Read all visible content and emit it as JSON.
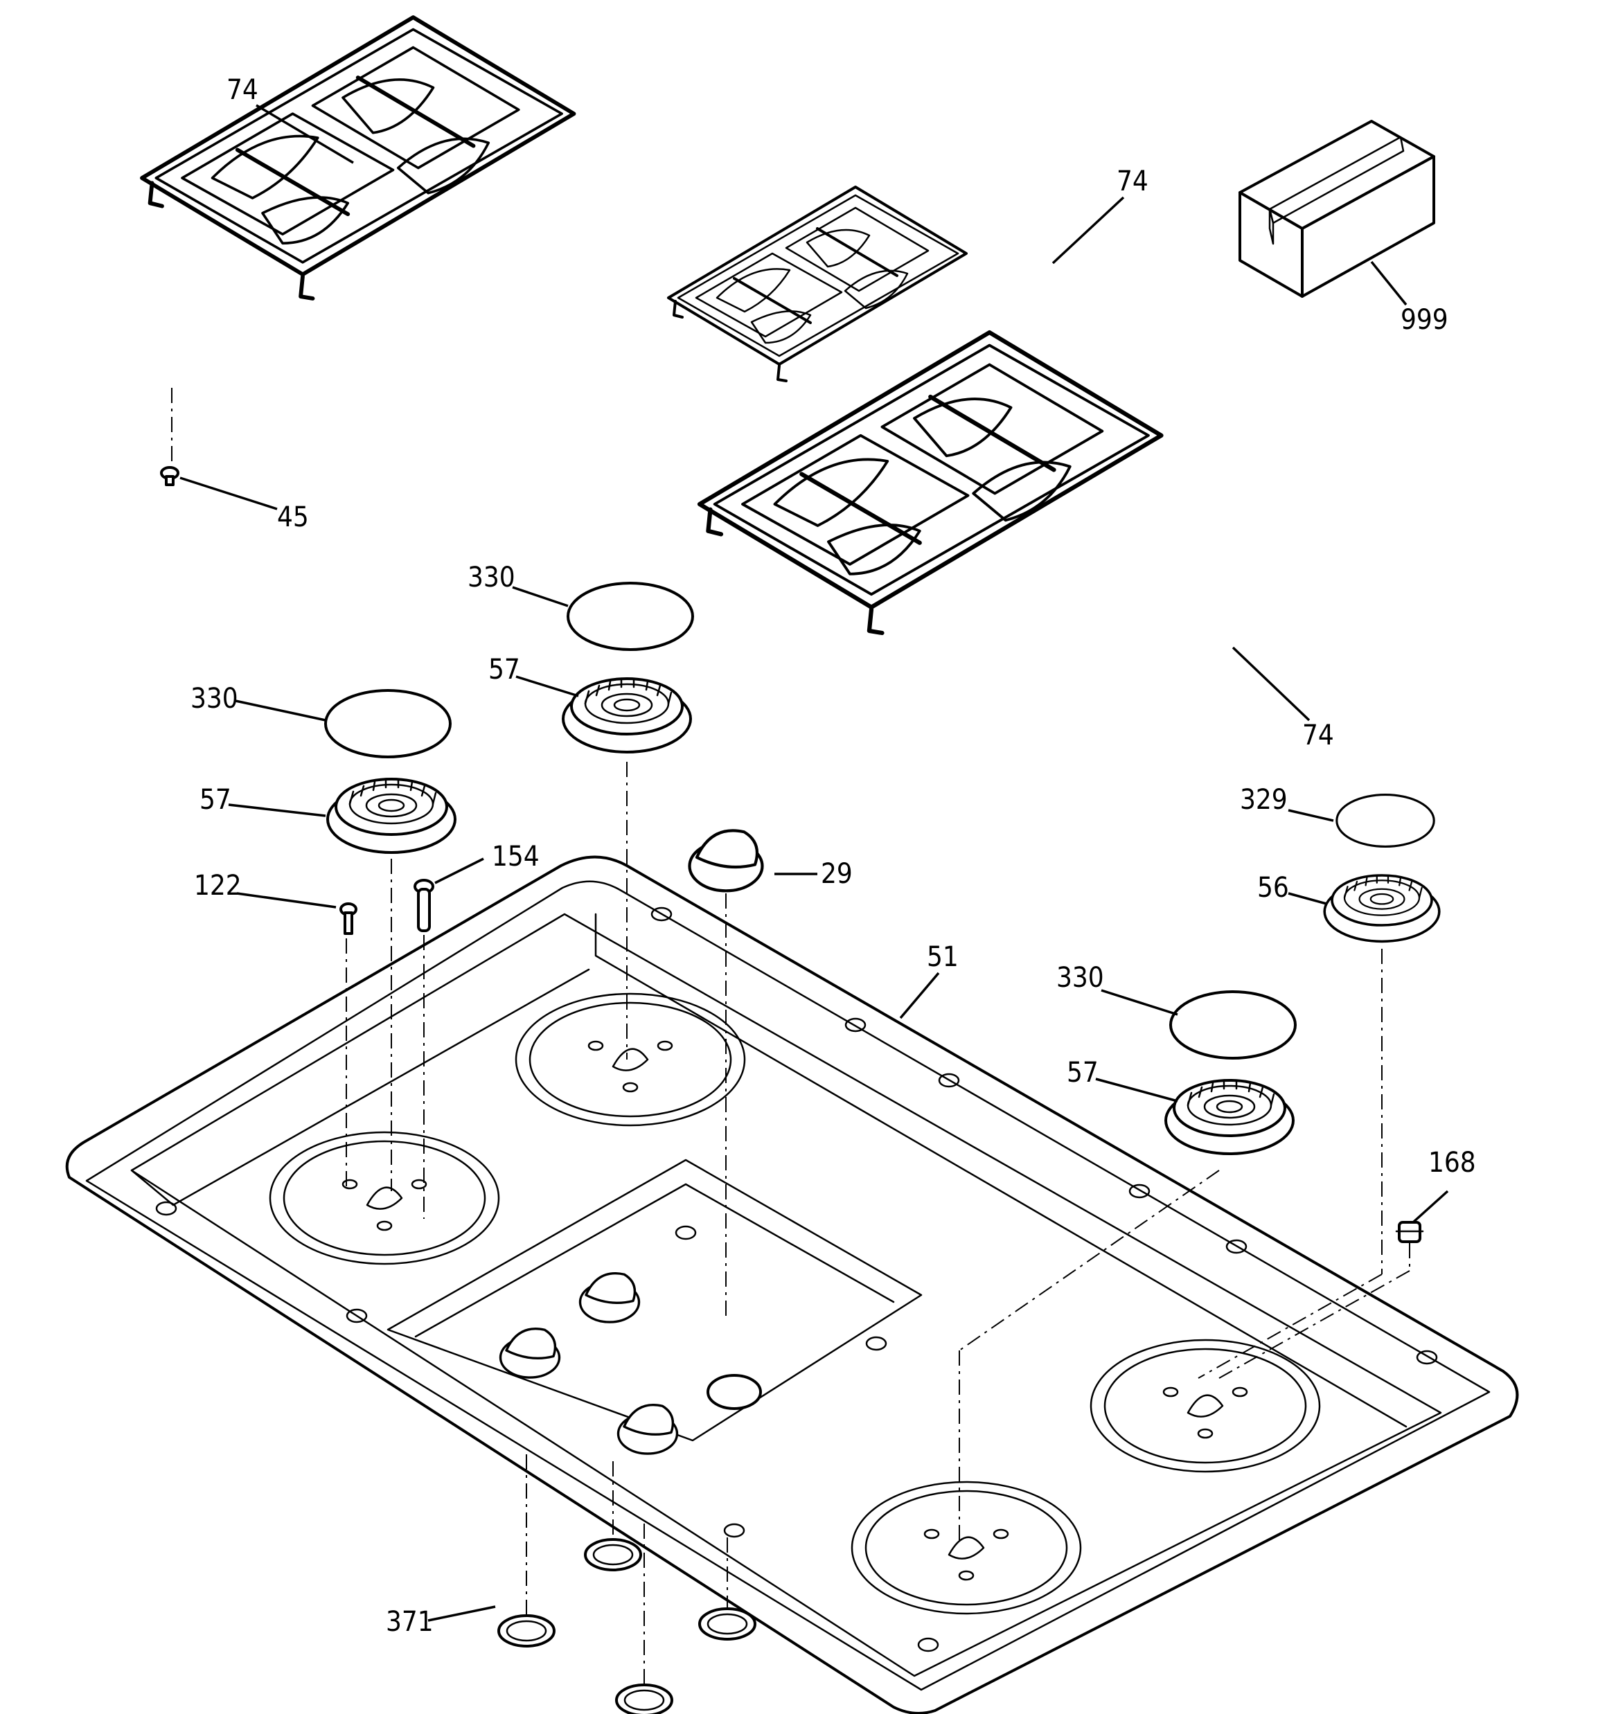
{
  "callouts": {
    "grate_top_left": "74",
    "grate_middle": "74",
    "grate_right": "74",
    "grate_foot": "45",
    "box": "999",
    "cap_center": "330",
    "cap_left": "330",
    "head_center": "57",
    "head_left": "57",
    "screw": "122",
    "electrode": "154",
    "knob": "29",
    "cap_small_right": "329",
    "head_small_right": "56",
    "cooktop": "51",
    "cap_front": "330",
    "head_front": "57",
    "igniter": "168",
    "grommet": "371"
  }
}
